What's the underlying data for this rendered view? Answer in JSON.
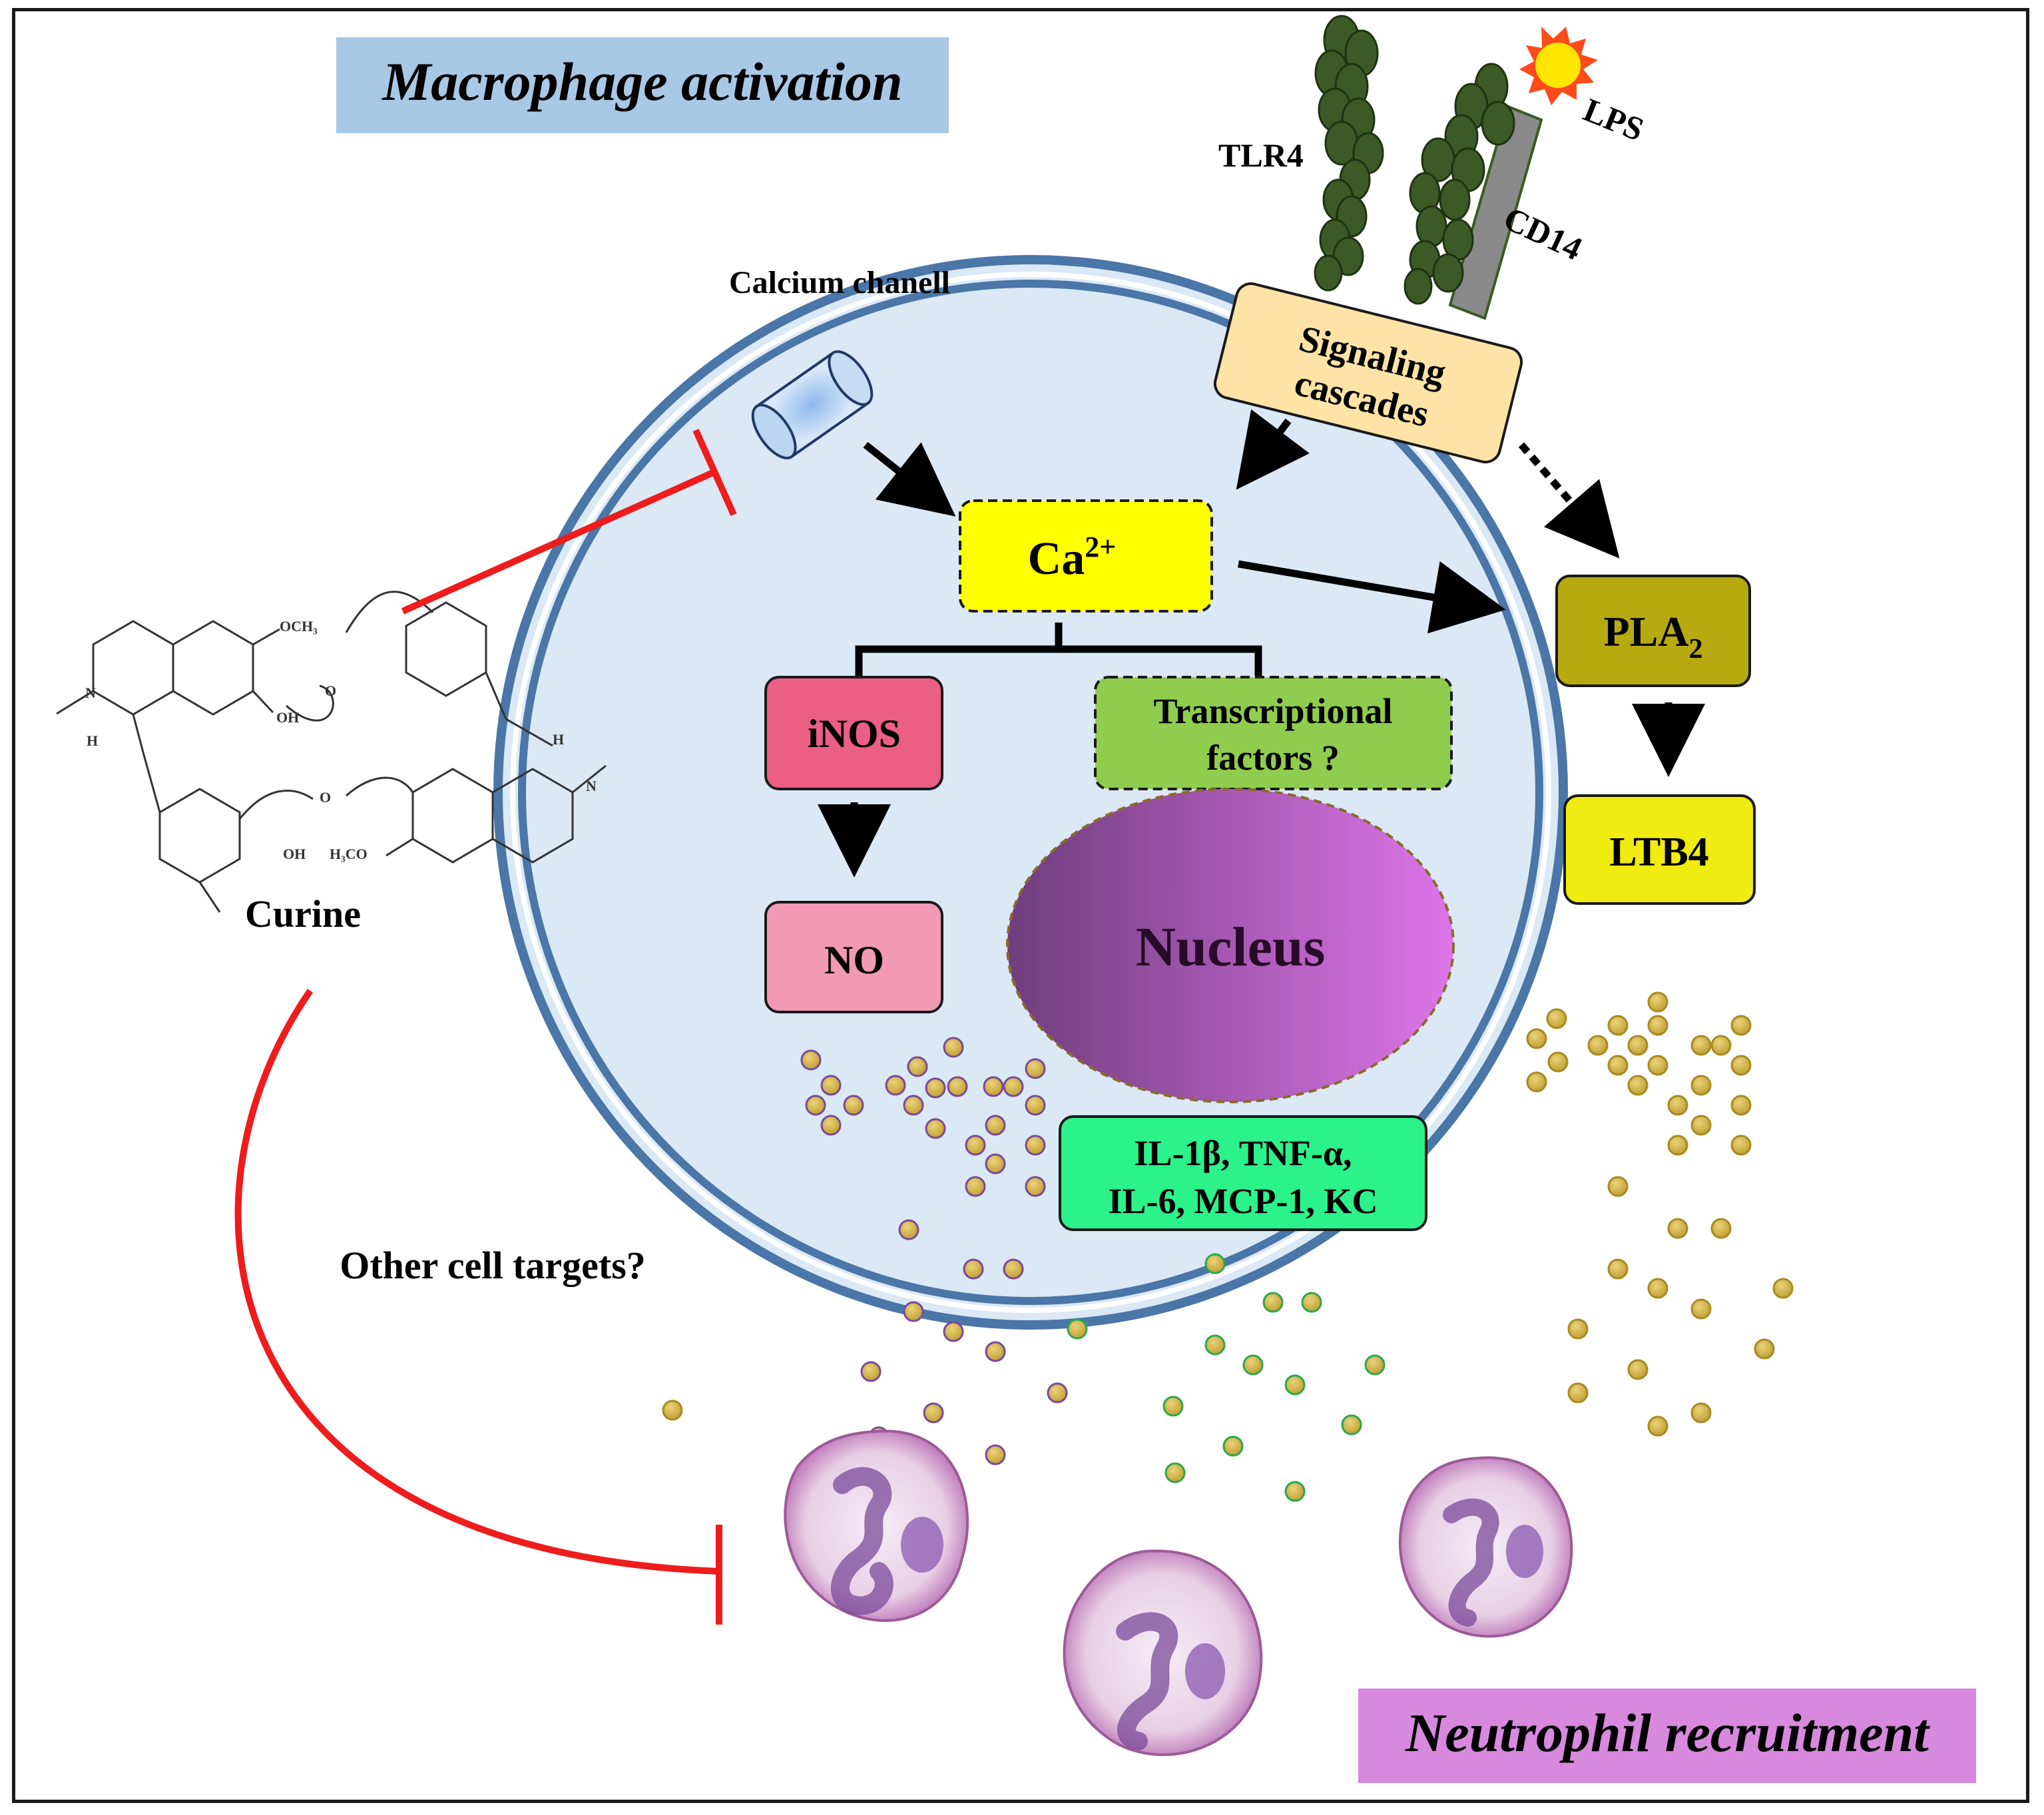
{
  "titles": {
    "macrophage": "Macrophage activation",
    "neutrophil": "Neutrophil recruitment"
  },
  "receptors": {
    "tlr4": "TLR4",
    "cd14": "CD14",
    "lps": "LPS",
    "calcium_channel": "Calcium chanell"
  },
  "boxes": {
    "signaling_line1": "Signaling",
    "signaling_line2": "cascades",
    "ca_base": "Ca",
    "ca_sup": "2+",
    "pla_base": "PLA",
    "pla_sub": "2",
    "ltb4": "LTB4",
    "inos": "iNOS",
    "no": "NO",
    "tf_line1": "Transcriptional",
    "tf_line2": "factors ?",
    "nucleus": "Nucleus",
    "cytokines_line1": "IL-1β, TNF-α,",
    "cytokines_line2": "IL-6, MCP-1, KC"
  },
  "compound": {
    "name": "Curine",
    "och3": "OCH₃",
    "h3co": "H₃CO",
    "oh": "OH",
    "o": "O",
    "n": "N",
    "h": "H"
  },
  "other_targets": "Other cell targets?",
  "colors": {
    "title_macrophage_bg": "#a9c8e6",
    "title_neutrophil_bg": "#d789dd",
    "cell_fill": "#dbe8f5",
    "membrane": "#4a76a8",
    "signaling_fill": "#fde4a6",
    "ca_fill": "#ffff00",
    "pla_fill": "#b6aa10",
    "ltb4_fill": "#f0eb10",
    "inos_fill": "#eb5f86",
    "no_fill": "#f29ab5",
    "tf_fill": "#90cc4d",
    "cytokine_fill": "#2bf28a",
    "inhibition": "#ee1c1c",
    "receptor": "#3b5a26",
    "granule": "#d2b348"
  }
}
